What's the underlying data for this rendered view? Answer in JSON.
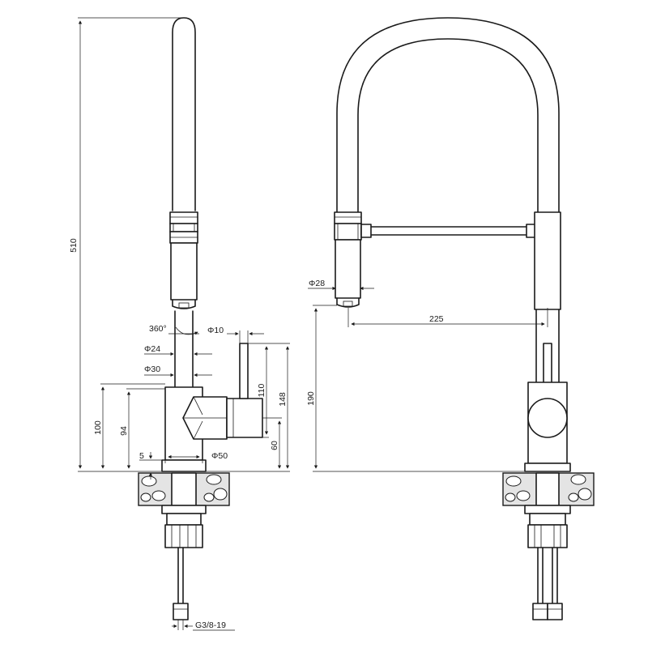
{
  "drawing": {
    "side_view": {
      "height_total": "510",
      "rotation": "360°",
      "handle_diameter": "Φ10",
      "tube_diameter": "Φ24",
      "neck_diameter": "Φ30",
      "handle_height": "110",
      "body_height": "148",
      "base_height": "100",
      "lever_height": "94",
      "collar_height": "5",
      "body_diameter": "Φ50",
      "handle_offset": "60",
      "thread": "G3/8-19"
    },
    "front_view": {
      "spray_head_diameter": "Φ28",
      "reach": "225",
      "spout_height": "190"
    }
  },
  "icons": {
    "rotation": "rotation-arrow-icon"
  }
}
